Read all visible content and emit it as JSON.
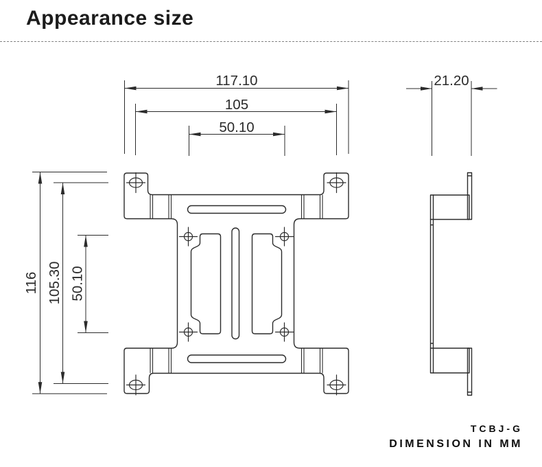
{
  "title": "Appearance size",
  "drawing": {
    "dims": {
      "front_width_outer": "117.10",
      "front_width_holes": "105",
      "front_width_slot": "50.10",
      "front_height_outer": "116",
      "front_height_holes": "105.30",
      "front_height_slot": "50.10",
      "side_depth": "21.20"
    },
    "colors": {
      "line": "#2b2b2b"
    }
  },
  "footer": {
    "model": "TCBJ-G",
    "units_note": "DIMENSION IN MM"
  }
}
